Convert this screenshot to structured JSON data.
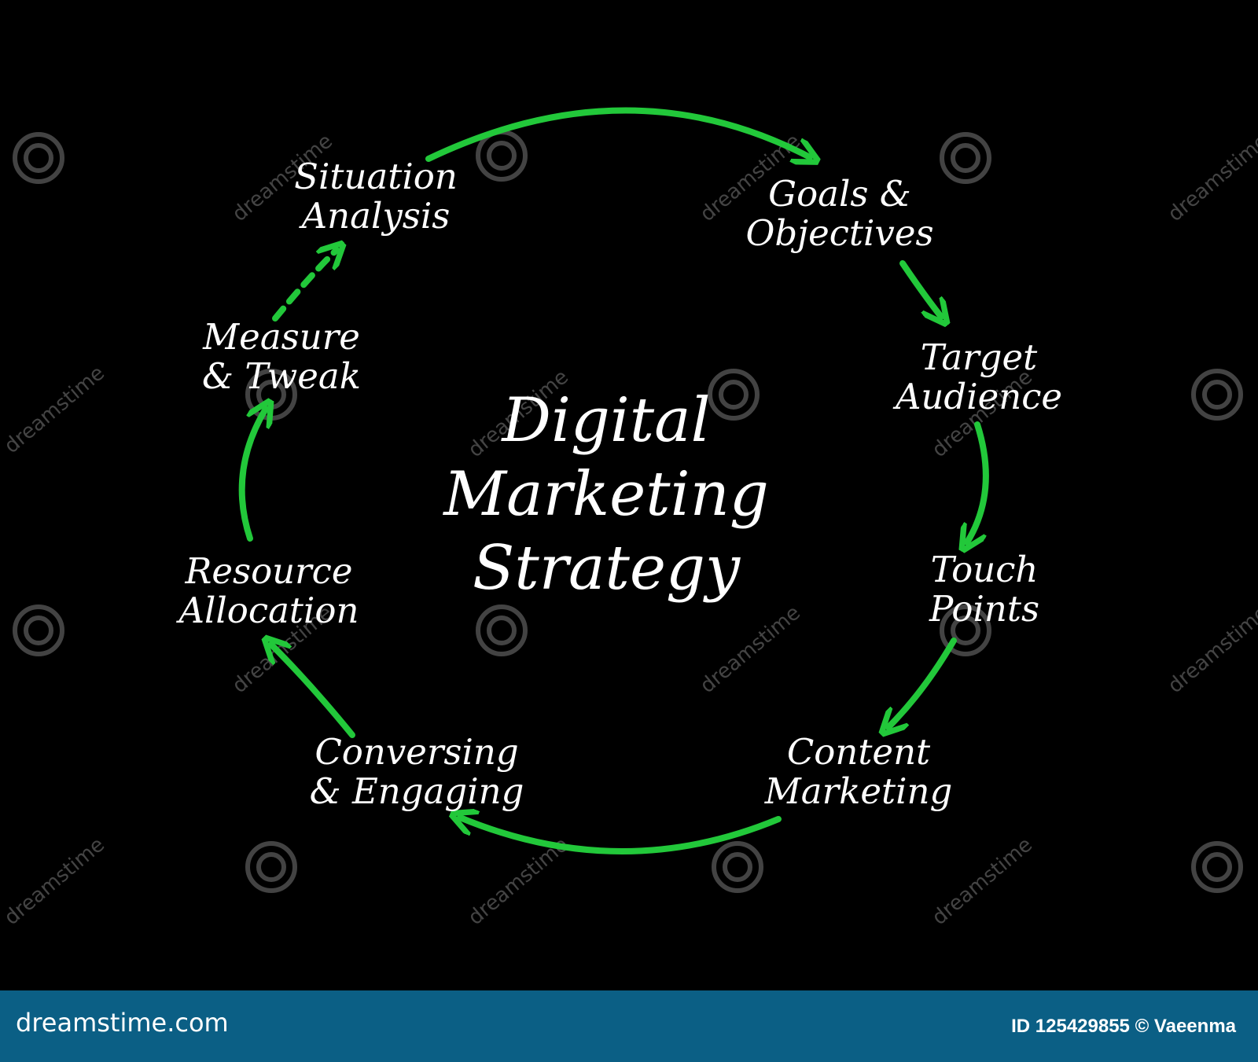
{
  "diagram": {
    "center": {
      "line1": "Digital",
      "line2": "Marketing",
      "line3": "Strategy"
    },
    "nodes": [
      {
        "line1": "Situation",
        "line2": "Analysis"
      },
      {
        "line1": "Goals &",
        "line2": "Objectives"
      },
      {
        "line1": "Target",
        "line2": "Audience"
      },
      {
        "line1": "Touch",
        "line2": "Points"
      },
      {
        "line1": "Content",
        "line2": "Marketing"
      },
      {
        "line1": "Conversing",
        "line2": "& Engaging"
      },
      {
        "line1": "Resource",
        "line2": "Allocation"
      },
      {
        "line1": "Measure",
        "line2": "& Tweak"
      }
    ],
    "arrow_color": "#22c83a",
    "text_color": "#ffffff",
    "background_color": "#000000"
  },
  "watermark": {
    "text": "dreamstime"
  },
  "footer": {
    "brand": "dreamstime.com",
    "id_credit": "ID 125429855 © Vaeenma",
    "background_color": "#0b5f85"
  }
}
